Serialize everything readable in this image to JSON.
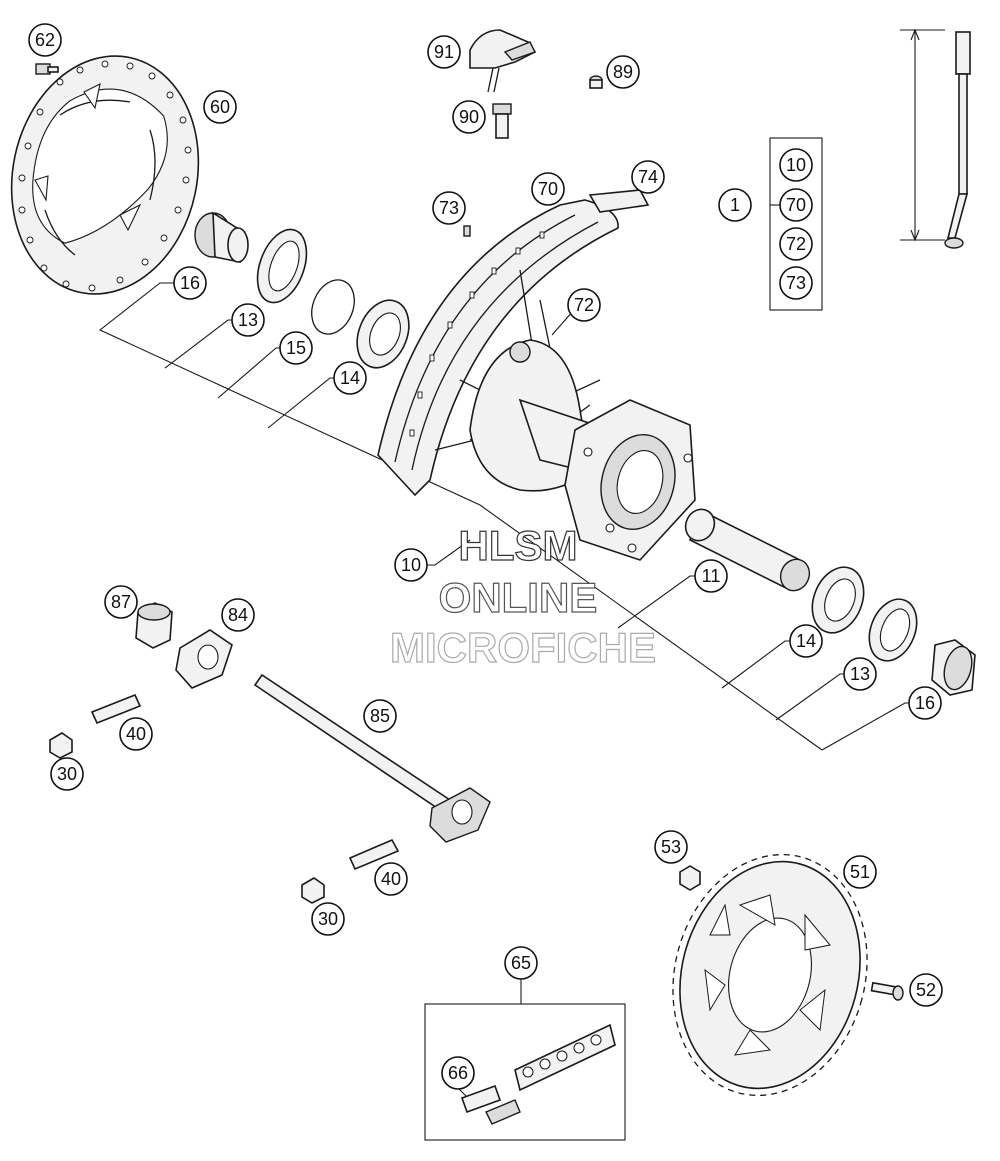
{
  "watermark": {
    "line1": "HLSM",
    "line2": "ONLINE",
    "line3": "MICROFICHE"
  },
  "callouts": [
    {
      "id": "c62",
      "label": "62"
    },
    {
      "id": "c60",
      "label": "60"
    },
    {
      "id": "c91",
      "label": "91"
    },
    {
      "id": "c89",
      "label": "89"
    },
    {
      "id": "c90",
      "label": "90"
    },
    {
      "id": "c73a",
      "label": "73"
    },
    {
      "id": "c70a",
      "label": "70"
    },
    {
      "id": "c74",
      "label": "74"
    },
    {
      "id": "c72a",
      "label": "72"
    },
    {
      "id": "c1",
      "label": "1"
    },
    {
      "id": "k10",
      "label": "10"
    },
    {
      "id": "k70",
      "label": "70"
    },
    {
      "id": "k72",
      "label": "72"
    },
    {
      "id": "k73",
      "label": "73"
    },
    {
      "id": "c16a",
      "label": "16"
    },
    {
      "id": "c13a",
      "label": "13"
    },
    {
      "id": "c15",
      "label": "15"
    },
    {
      "id": "c14a",
      "label": "14"
    },
    {
      "id": "c10",
      "label": "10"
    },
    {
      "id": "c11",
      "label": "11"
    },
    {
      "id": "c14b",
      "label": "14"
    },
    {
      "id": "c13b",
      "label": "13"
    },
    {
      "id": "c16b",
      "label": "16"
    },
    {
      "id": "c87",
      "label": "87"
    },
    {
      "id": "c84",
      "label": "84"
    },
    {
      "id": "c85",
      "label": "85"
    },
    {
      "id": "c40a",
      "label": "40"
    },
    {
      "id": "c30a",
      "label": "30"
    },
    {
      "id": "c40b",
      "label": "40"
    },
    {
      "id": "c30b",
      "label": "30"
    },
    {
      "id": "c53",
      "label": "53"
    },
    {
      "id": "c51",
      "label": "51"
    },
    {
      "id": "c52",
      "label": "52"
    },
    {
      "id": "c65",
      "label": "65"
    },
    {
      "id": "c66",
      "label": "66"
    }
  ]
}
